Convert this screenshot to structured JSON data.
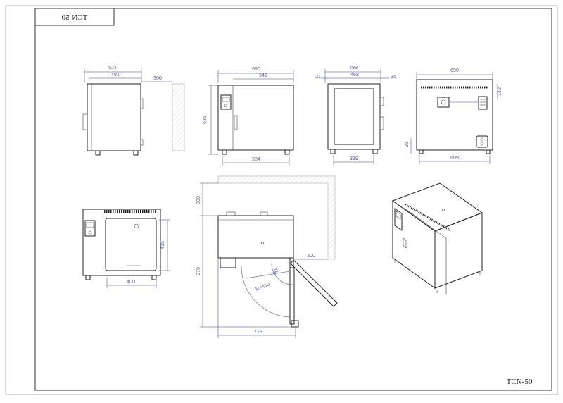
{
  "title_block": {
    "label_mirrored": "TCN-50",
    "label_bottom_right": "TCN-50"
  },
  "views": {
    "side_left": {
      "dims": {
        "overall": "524",
        "body": "491",
        "wall_gap": "300"
      }
    },
    "front": {
      "dims": {
        "width": "690",
        "inner": "541",
        "height": "635",
        "base": "584"
      }
    },
    "side_right": {
      "dims": {
        "overall": "499",
        "body": "468",
        "left": "21",
        "right": "35",
        "base": "339"
      }
    },
    "rear": {
      "dims": {
        "width": "690",
        "top_offset": "142",
        "foot": "35",
        "base": "609"
      }
    },
    "front_open": {
      "dims": {
        "height": "415",
        "width": "400"
      }
    },
    "plan": {
      "dims": {
        "wall_top": "300",
        "wall_right": "300",
        "depth": "970",
        "width": "718",
        "angle": "90°",
        "radius": "R=460"
      }
    },
    "iso": {}
  }
}
